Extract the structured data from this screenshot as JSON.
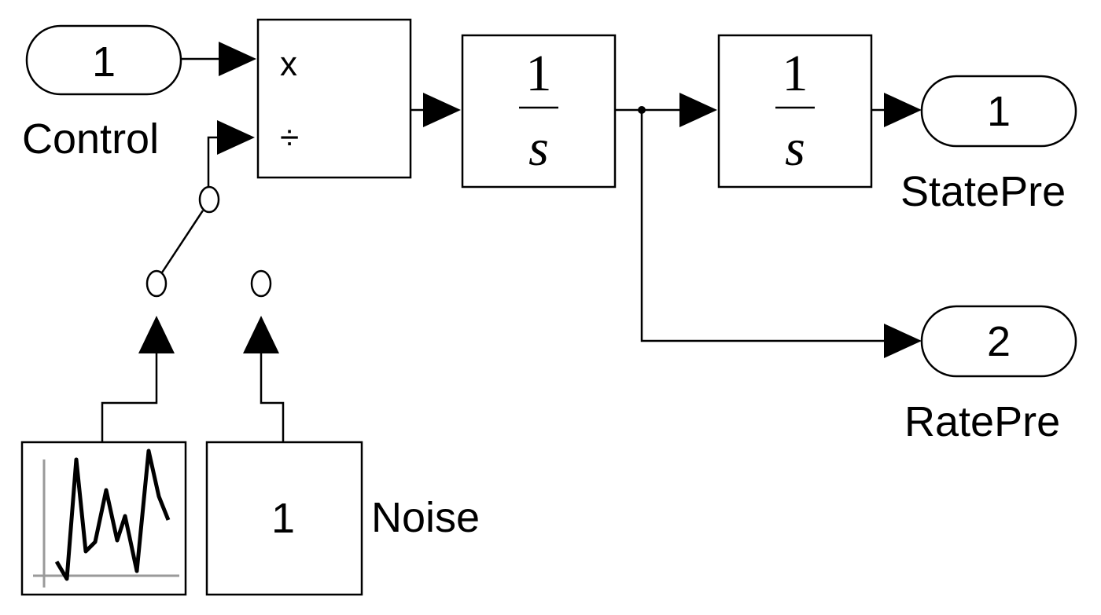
{
  "inport": {
    "number": "1",
    "label": "Control"
  },
  "divide_block": {
    "multiply_symbol": "x",
    "divide_symbol": "÷"
  },
  "integrator_1": {
    "numerator": "1",
    "denominator": "s"
  },
  "integrator_2": {
    "numerator": "1",
    "denominator": "s"
  },
  "outport_state": {
    "number": "1",
    "label": "StatePre"
  },
  "outport_rate": {
    "number": "2",
    "label": "RatePre"
  },
  "constant_block": {
    "value": "1",
    "label": "Noise"
  },
  "noise_source": {
    "icon": "random-signal-icon"
  },
  "manual_switch": {
    "icon": "manual-switch-icon"
  }
}
